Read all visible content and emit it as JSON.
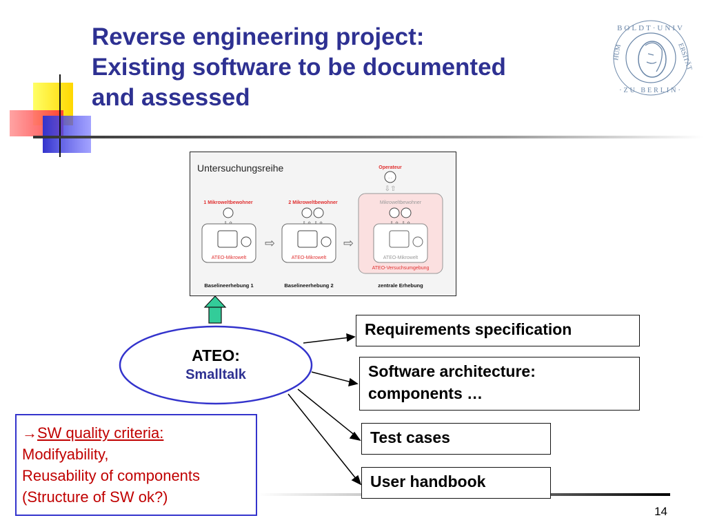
{
  "slide": {
    "title_lines": [
      "Reverse engineering project:",
      "Existing software to be documented",
      "and assessed"
    ],
    "page_number": "14",
    "logo_text": "HUMBOLDT-UNIVERSITÄT ZU BERLIN"
  },
  "figure": {
    "title": "Untersuchungsreihe",
    "operator": "Operateur",
    "stage1_label": "1 Mikroweltbewohner",
    "stage2_label": "2 Mikroweltbewohner",
    "stage3_label": "Mikroweltbewohner",
    "world1": "ATEO-Mikrowelt",
    "world2": "ATEO-Mikrowelt",
    "world3": "ATEO-Mikrowelt",
    "env": "ATEO-Versuchsumgebung",
    "caption1": "Baselineerhebung 1",
    "caption2": "Baselineerhebung 2",
    "caption3": "zentrale Erhebung"
  },
  "center": {
    "label": "ATEO:",
    "sub": "Smalltalk"
  },
  "outputs": {
    "requirements": "Requirements specification",
    "architecture_line1": "Software architecture:",
    "architecture_line2": "components …",
    "test_cases": "Test cases",
    "user_handbook": "User handbook"
  },
  "quality": {
    "arrow": "→",
    "heading": "SW quality criteria:",
    "line1": "Modifyability,",
    "line2": "Reusability of components",
    "line3": "(Structure of  SW ok?)"
  },
  "colors": {
    "title": "#2e3192",
    "quality_text": "#c00000",
    "quality_border": "#3333cc",
    "green_arrow": "#33cc99",
    "figure_red": "#e03030"
  }
}
